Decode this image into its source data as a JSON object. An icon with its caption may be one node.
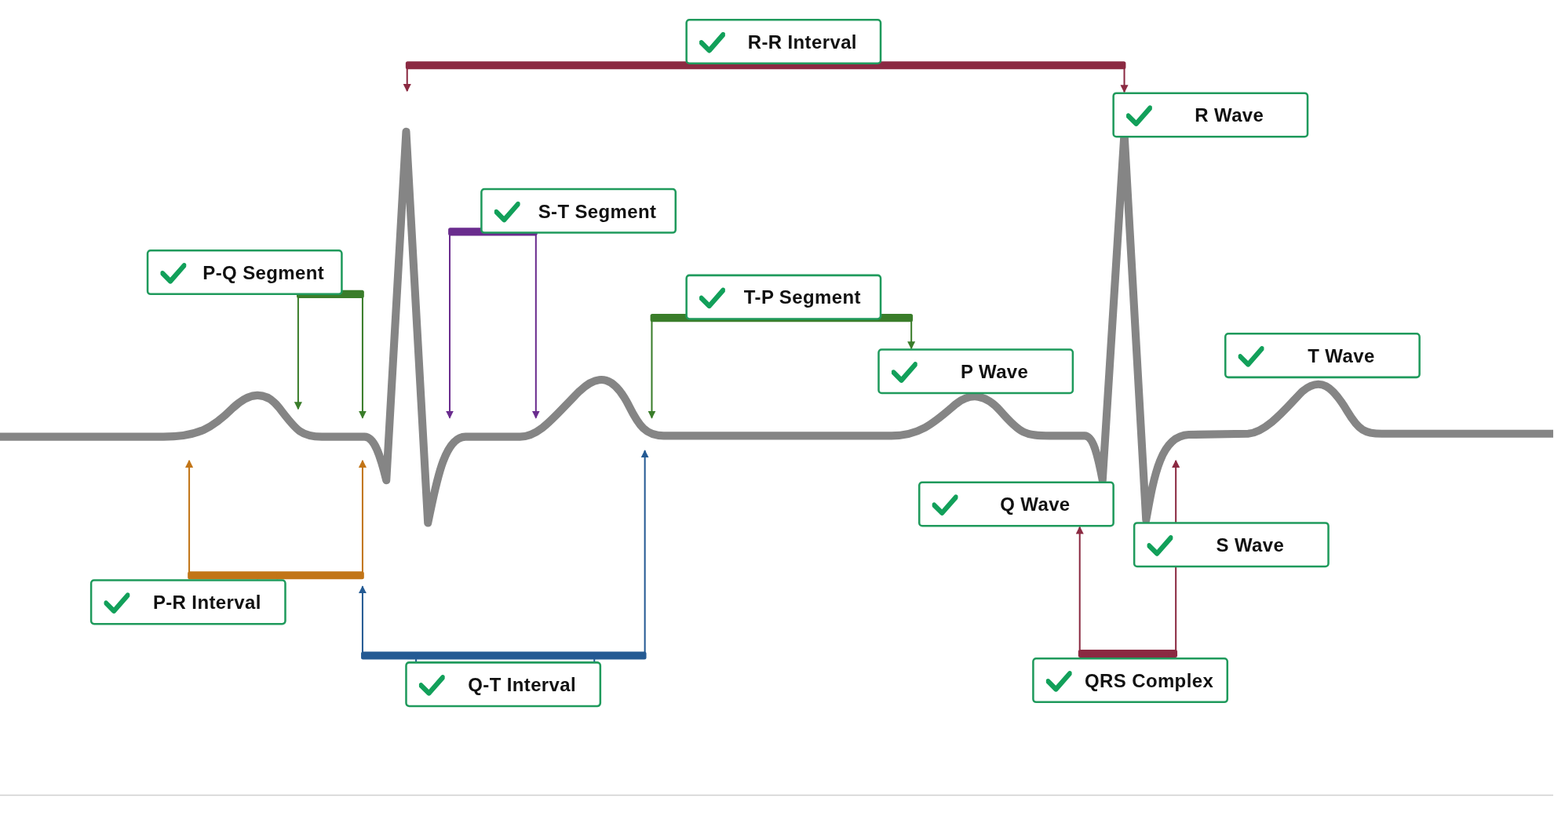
{
  "diagram": {
    "nodes": [
      {
        "text": [
          "R-R Interval"
        ]
      },
      {
        "text": [
          "R Wave"
        ]
      },
      {
        "text": [
          "S-T Segment"
        ]
      },
      {
        "text": [
          "P-Q Segment"
        ]
      },
      {
        "text": [
          "T-P Segment"
        ]
      },
      {
        "text": [
          "P Wave"
        ]
      },
      {
        "text": [
          "T Wave"
        ]
      },
      {
        "text": [
          "Q Wave"
        ]
      },
      {
        "text": [
          "S Wave"
        ]
      },
      {
        "text": [
          "P-R Interval"
        ]
      },
      {
        "text": [
          "QRS Complex"
        ]
      },
      {
        "text": [
          "Q-T Interval"
        ]
      }
    ],
    "edges": [
      {
        "from": 0,
        "to": null,
        "arrow": "to",
        "color": "#8b2a42"
      },
      {
        "from": 0,
        "to": 1,
        "arrow": "to",
        "color": "#8b2a42"
      },
      {
        "from": 2,
        "to": null,
        "arrow": "to",
        "color": "#6a2c8e"
      },
      {
        "from": 2,
        "to": null,
        "arrow": "to",
        "color": "#6a2c8e"
      },
      {
        "from": 3,
        "to": null,
        "arrow": "to",
        "color": "#3a7d2a"
      },
      {
        "from": 3,
        "to": null,
        "arrow": "to",
        "color": "#3a7d2a"
      },
      {
        "from": 4,
        "to": null,
        "arrow": "to",
        "color": "#3a7d2a"
      },
      {
        "from": 4,
        "to": 5,
        "arrow": "to",
        "color": "#3a7d2a"
      },
      {
        "from": 9,
        "to": null,
        "arrow": "to",
        "color": "#c27517"
      },
      {
        "from": 9,
        "to": null,
        "arrow": "to",
        "color": "#c27517"
      },
      {
        "from": 10,
        "to": 7,
        "arrow": "to",
        "color": "#8b2a42"
      },
      {
        "from": 10,
        "to": null,
        "arrow": "to",
        "color": "#8b2a42"
      },
      {
        "from": 11,
        "to": null,
        "arrow": "to",
        "color": "#245a93"
      },
      {
        "from": 11,
        "to": null,
        "arrow": "to",
        "color": "#245a93"
      }
    ]
  }
}
